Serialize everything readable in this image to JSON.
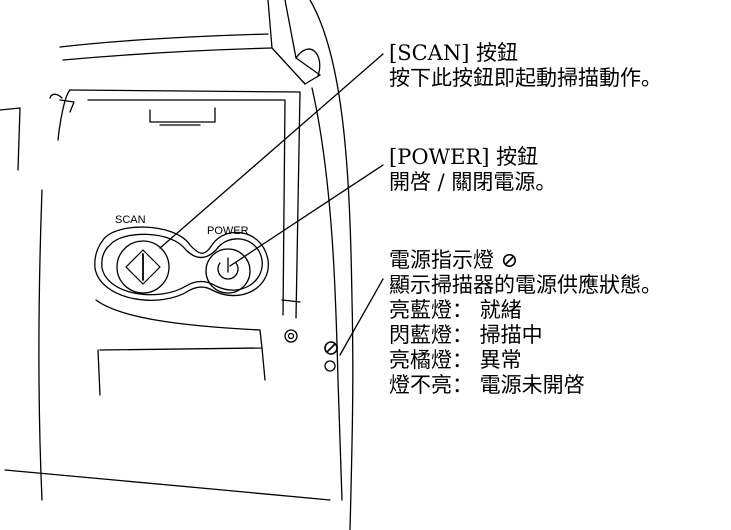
{
  "device_labels": {
    "scan": "SCAN",
    "power": "POWER"
  },
  "scan_callout": {
    "title": "[SCAN] 按鈕",
    "description": "按下此按鈕即起動掃描動作。"
  },
  "power_callout": {
    "title": "[POWER] 按鈕",
    "description": "開啓 / 關閉電源。"
  },
  "indicator_callout": {
    "title": "電源指示燈 ⊘",
    "description": "顯示掃描器的電源供應狀態。",
    "states": [
      "亮藍燈： 就緒",
      "閃藍燈： 掃描中",
      "亮橘燈： 異常",
      "燈不亮： 電源未開啓"
    ]
  }
}
